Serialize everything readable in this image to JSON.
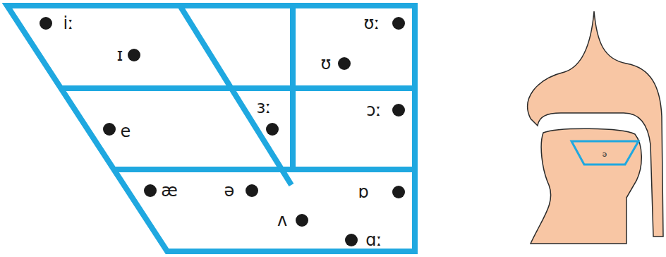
{
  "diagram": {
    "labels": [
      "iː",
      "ʊː",
      "ɪ",
      "ʊ",
      "ɜː",
      "e",
      "ɔː",
      "æ",
      "ə",
      "ɒ",
      "ʌ",
      "ɑː",
      "ə"
    ]
  }
}
